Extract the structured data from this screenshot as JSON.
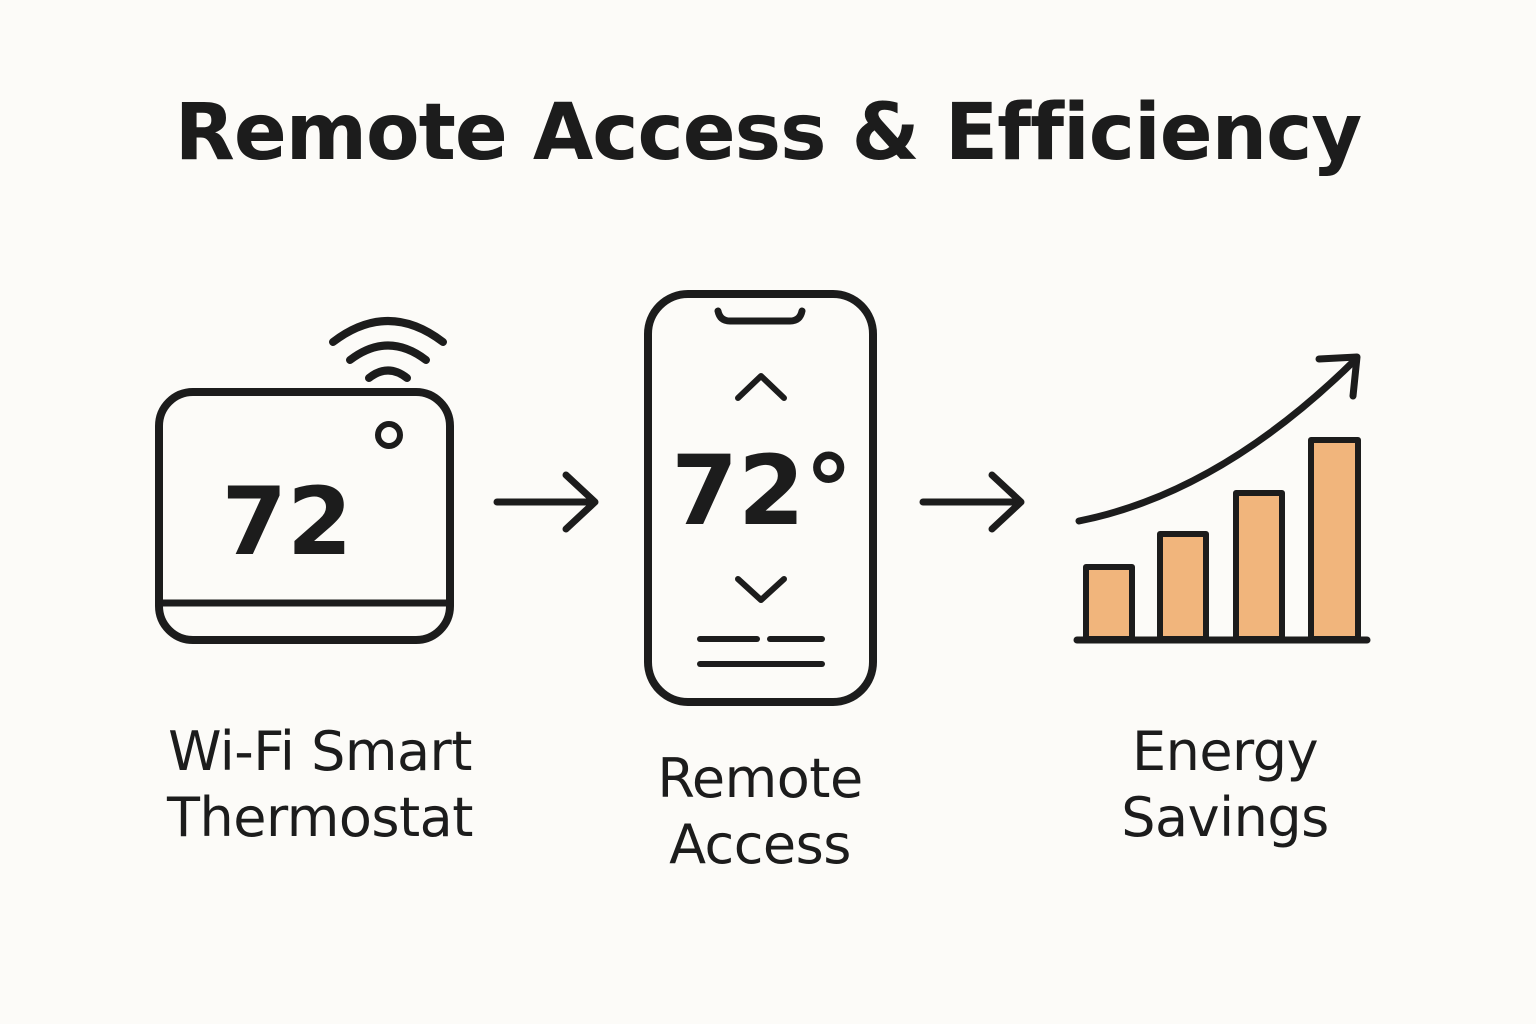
{
  "title": "Remote Access & Efficiency",
  "steps": [
    {
      "icon": "thermostat-icon",
      "display": "72",
      "caption_lines": [
        "Wi-Fi Smart",
        "Thermostat"
      ]
    },
    {
      "icon": "smartphone-icon",
      "display": "72°",
      "caption_lines": [
        "Remote",
        "Access"
      ]
    },
    {
      "icon": "bar-chart-icon",
      "caption_lines": [
        "Energy",
        "Savings"
      ]
    }
  ],
  "colors": {
    "background": "#fcfbf8",
    "stroke": "#1c1c1c",
    "bar_fill": "#f1b57c"
  },
  "icons": [
    "wifi-icon",
    "arrow-right-icon",
    "chevron-up-icon",
    "chevron-down-icon",
    "trend-arrow-icon"
  ]
}
